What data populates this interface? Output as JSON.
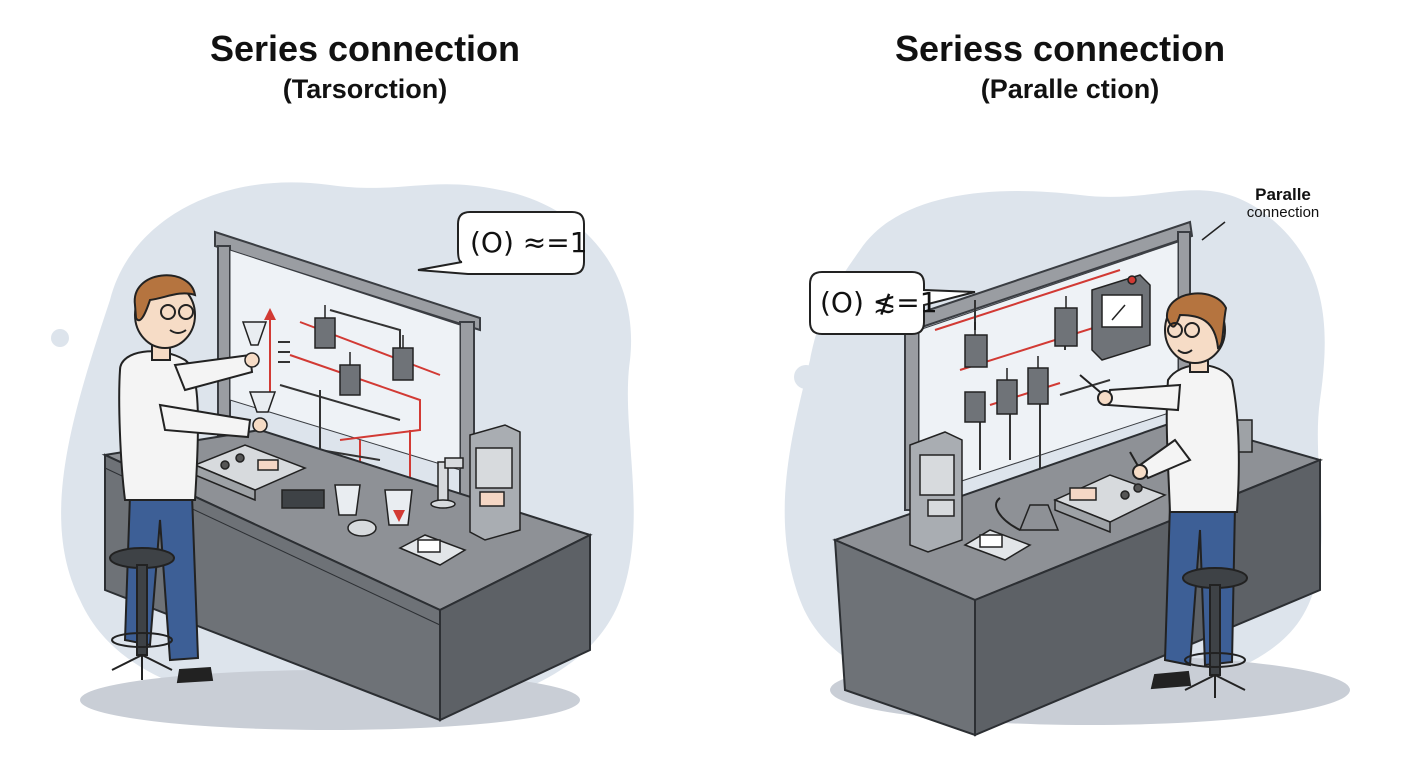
{
  "left_panel": {
    "title": "Series connection",
    "subtitle": "(Tarsorction)",
    "bubble": "(O) ≈=1"
  },
  "right_panel": {
    "title": "Seriess connection",
    "subtitle": "(Paralle ction)",
    "bubble": "(O) ≴=1",
    "note_line1": "Paralle",
    "note_line2": "connection"
  },
  "colors": {
    "backdrop": "#dde4ec",
    "bench_top": "#8e9196",
    "bench_front": "#6e7277",
    "frame": "#9a9da2",
    "wire_red": "#d23a34",
    "shirt": "#f4f4f4",
    "trousers": "#3d5f96",
    "hair": "#b5743f"
  }
}
